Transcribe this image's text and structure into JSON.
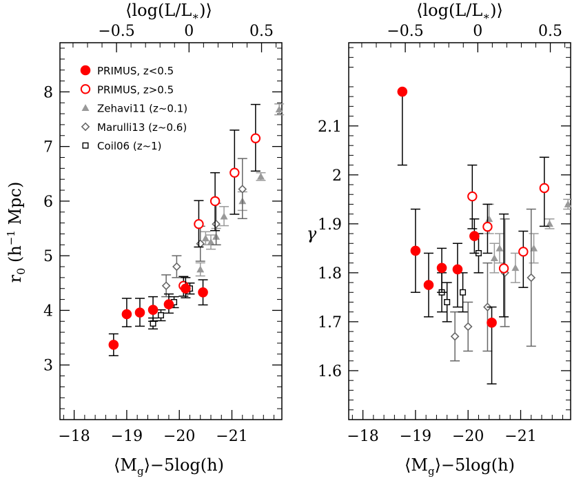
{
  "chart_data": [
    {
      "type": "scatter",
      "panel": "left",
      "xlabel": "⟨M_g⟩−5log(h)",
      "ylabel": "r_0 (h^-1 Mpc)",
      "x2label": "⟨log(L/L_*)⟩",
      "xlim": [
        -17.73,
        -21.95
      ],
      "ylim": [
        2.0,
        8.9
      ],
      "x2lim": [
        -0.89,
        0.64
      ],
      "xticks": [
        -18,
        -19,
        -20,
        -21
      ],
      "xtick_labels": [
        "−18",
        "−19",
        "−20",
        "−21"
      ],
      "x2ticks": [
        -0.5,
        0,
        0.5
      ],
      "x2tick_labels": [
        "−0.5",
        "0",
        "0.5"
      ],
      "yticks": [
        3,
        4,
        5,
        6,
        7,
        8
      ],
      "ytick_labels": [
        "3",
        "4",
        "5",
        "6",
        "7",
        "8"
      ],
      "legend_position": "top-left",
      "series": [
        {
          "name": "PRIMUS, z<0.5",
          "marker": "filled-circle",
          "color": "#ff0000",
          "errcolor": "#000000",
          "points": [
            {
              "x": -18.75,
              "y": 3.37,
              "lo": 3.17,
              "hi": 3.57
            },
            {
              "x": -19.0,
              "y": 3.93,
              "lo": 3.7,
              "hi": 4.22
            },
            {
              "x": -19.25,
              "y": 3.96,
              "lo": 3.71,
              "hi": 4.22
            },
            {
              "x": -19.5,
              "y": 4.01,
              "lo": 3.8,
              "hi": 4.25
            },
            {
              "x": -19.8,
              "y": 4.11,
              "lo": 3.95,
              "hi": 4.3
            },
            {
              "x": -20.12,
              "y": 4.4,
              "lo": 4.23,
              "hi": 4.6
            },
            {
              "x": -20.45,
              "y": 4.33,
              "lo": 4.1,
              "hi": 4.56
            }
          ]
        },
        {
          "name": "PRIMUS, z>0.5",
          "marker": "open-circle",
          "color": "#ff0000",
          "errcolor": "#000000",
          "points": [
            {
              "x": -20.08,
              "y": 4.45,
              "lo": 4.26,
              "hi": 4.62
            },
            {
              "x": -20.37,
              "y": 5.58,
              "lo": 5.16,
              "hi": 6.01
            },
            {
              "x": -20.68,
              "y": 6.0,
              "lo": 5.46,
              "hi": 6.52
            },
            {
              "x": -21.05,
              "y": 6.52,
              "lo": 5.76,
              "hi": 7.3
            },
            {
              "x": -21.45,
              "y": 7.15,
              "lo": 6.55,
              "hi": 7.77
            }
          ]
        },
        {
          "name": "Zehavi11 (z~0.1)",
          "marker": "filled-triangle",
          "color": "#999999",
          "errcolor": "#999999",
          "points": [
            {
              "x": -20.2,
              "y": 4.4,
              "lo": 4.3,
              "hi": 4.5
            },
            {
              "x": -20.4,
              "y": 4.75,
              "lo": 4.63,
              "hi": 4.87
            },
            {
              "x": -20.5,
              "y": 5.32,
              "lo": 5.2,
              "hi": 5.44
            },
            {
              "x": -20.6,
              "y": 5.25,
              "lo": 5.12,
              "hi": 5.38
            },
            {
              "x": -20.7,
              "y": 5.35,
              "lo": 5.2,
              "hi": 5.5
            },
            {
              "x": -20.85,
              "y": 5.72,
              "lo": 5.55,
              "hi": 5.9
            },
            {
              "x": -21.2,
              "y": 6.0,
              "lo": 5.83,
              "hi": 6.17
            },
            {
              "x": -21.55,
              "y": 6.45,
              "lo": 6.38,
              "hi": 6.52
            },
            {
              "x": -21.9,
              "y": 7.68,
              "lo": 7.58,
              "hi": 7.78
            }
          ]
        },
        {
          "name": "Marulli13 (z~0.6)",
          "marker": "open-diamond",
          "color": "#666666",
          "errcolor": "#666666",
          "points": [
            {
              "x": -19.75,
              "y": 4.45,
              "lo": 4.25,
              "hi": 4.65
            },
            {
              "x": -19.95,
              "y": 4.8,
              "lo": 4.6,
              "hi": 5.0
            },
            {
              "x": -20.4,
              "y": 5.22,
              "lo": 4.9,
              "hi": 5.54
            },
            {
              "x": -20.7,
              "y": 5.58,
              "lo": 5.2,
              "hi": 5.96
            },
            {
              "x": -21.2,
              "y": 6.22,
              "lo": 5.68,
              "hi": 6.78
            }
          ]
        },
        {
          "name": "Coil06 (z~1)",
          "marker": "open-square",
          "color": "#000000",
          "errcolor": "#000000",
          "points": [
            {
              "x": -19.5,
              "y": 3.76,
              "lo": 3.66,
              "hi": 3.86
            },
            {
              "x": -19.65,
              "y": 3.91,
              "lo": 3.81,
              "hi": 4.01
            },
            {
              "x": -19.9,
              "y": 4.15,
              "lo": 4.05,
              "hi": 4.25
            },
            {
              "x": -20.2,
              "y": 4.4,
              "lo": 4.3,
              "hi": 4.5
            }
          ]
        }
      ]
    },
    {
      "type": "scatter",
      "panel": "right",
      "xlabel": "⟨M_g⟩−5log(h)",
      "ylabel": "γ",
      "x2label": "⟨log(L/L_*)⟩",
      "xlim": [
        -17.73,
        -21.95
      ],
      "ylim": [
        1.5,
        2.27
      ],
      "x2lim": [
        -0.89,
        0.64
      ],
      "xticks": [
        -18,
        -19,
        -20,
        -21
      ],
      "xtick_labels": [
        "−18",
        "−19",
        "−20",
        "−21"
      ],
      "x2ticks": [
        -0.5,
        0,
        0.5
      ],
      "x2tick_labels": [
        "−0.5",
        "0",
        "0.5"
      ],
      "yticks": [
        1.6,
        1.7,
        1.8,
        1.9,
        2.0,
        2.1
      ],
      "ytick_labels": [
        "1.6",
        "1.7",
        "1.8",
        "1.9",
        "2",
        "2.1"
      ],
      "series": [
        {
          "name": "PRIMUS, z<0.5",
          "marker": "filled-circle",
          "color": "#ff0000",
          "errcolor": "#000000",
          "points": [
            {
              "x": -18.75,
              "y": 2.17,
              "lo": 2.02,
              "hi": 2.17
            },
            {
              "x": -19.0,
              "y": 1.845,
              "lo": 1.76,
              "hi": 1.93
            },
            {
              "x": -19.25,
              "y": 1.775,
              "lo": 1.71,
              "hi": 1.84
            },
            {
              "x": -19.5,
              "y": 1.81,
              "lo": 1.76,
              "hi": 1.85
            },
            {
              "x": -19.8,
              "y": 1.807,
              "lo": 1.73,
              "hi": 1.86
            },
            {
              "x": -20.12,
              "y": 1.875,
              "lo": 1.84,
              "hi": 1.91
            },
            {
              "x": -20.45,
              "y": 1.698,
              "lo": 1.573,
              "hi": 1.73
            }
          ]
        },
        {
          "name": "PRIMUS, z>0.5",
          "marker": "open-circle",
          "color": "#ff0000",
          "errcolor": "#000000",
          "points": [
            {
              "x": -20.08,
              "y": 1.956,
              "lo": 1.89,
              "hi": 2.02
            },
            {
              "x": -20.37,
              "y": 1.894,
              "lo": 1.84,
              "hi": 1.94
            },
            {
              "x": -20.68,
              "y": 1.809,
              "lo": 1.71,
              "hi": 1.92
            },
            {
              "x": -21.05,
              "y": 1.843,
              "lo": 1.77,
              "hi": 1.885
            },
            {
              "x": -21.45,
              "y": 1.973,
              "lo": 1.895,
              "hi": 2.036
            }
          ]
        },
        {
          "name": "Zehavi11 (z~0.1)",
          "marker": "filled-triangle",
          "color": "#999999",
          "errcolor": "#999999",
          "points": [
            {
              "x": -20.4,
              "y": 1.91,
              "lo": 1.88,
              "hi": 1.94
            },
            {
              "x": -20.5,
              "y": 1.83,
              "lo": 1.8,
              "hi": 1.86
            },
            {
              "x": -20.6,
              "y": 1.85,
              "lo": 1.82,
              "hi": 1.88
            },
            {
              "x": -20.9,
              "y": 1.81,
              "lo": 1.78,
              "hi": 1.84
            },
            {
              "x": -21.25,
              "y": 1.85,
              "lo": 1.82,
              "hi": 1.88
            },
            {
              "x": -21.55,
              "y": 1.9,
              "lo": 1.89,
              "hi": 1.91
            },
            {
              "x": -21.9,
              "y": 1.94,
              "lo": 1.93,
              "hi": 1.95
            }
          ]
        },
        {
          "name": "Marulli13 (z~0.6)",
          "marker": "open-diamond",
          "color": "#666666",
          "errcolor": "#666666",
          "points": [
            {
              "x": -19.75,
              "y": 1.67,
              "lo": 1.62,
              "hi": 1.72
            },
            {
              "x": -20.0,
              "y": 1.69,
              "lo": 1.64,
              "hi": 1.74
            },
            {
              "x": -20.37,
              "y": 1.73,
              "lo": 1.64,
              "hi": 1.82
            },
            {
              "x": -20.7,
              "y": 1.8,
              "lo": 1.69,
              "hi": 1.91
            },
            {
              "x": -21.2,
              "y": 1.79,
              "lo": 1.65,
              "hi": 1.93
            }
          ]
        },
        {
          "name": "Coil06 (z~1)",
          "marker": "open-square",
          "color": "#000000",
          "errcolor": "#000000",
          "points": [
            {
              "x": -19.5,
              "y": 1.76,
              "lo": 1.72,
              "hi": 1.8
            },
            {
              "x": -19.6,
              "y": 1.74,
              "lo": 1.7,
              "hi": 1.78
            },
            {
              "x": -19.9,
              "y": 1.76,
              "lo": 1.72,
              "hi": 1.8
            },
            {
              "x": -20.2,
              "y": 1.84,
              "lo": 1.8,
              "hi": 1.88
            }
          ]
        }
      ]
    }
  ]
}
